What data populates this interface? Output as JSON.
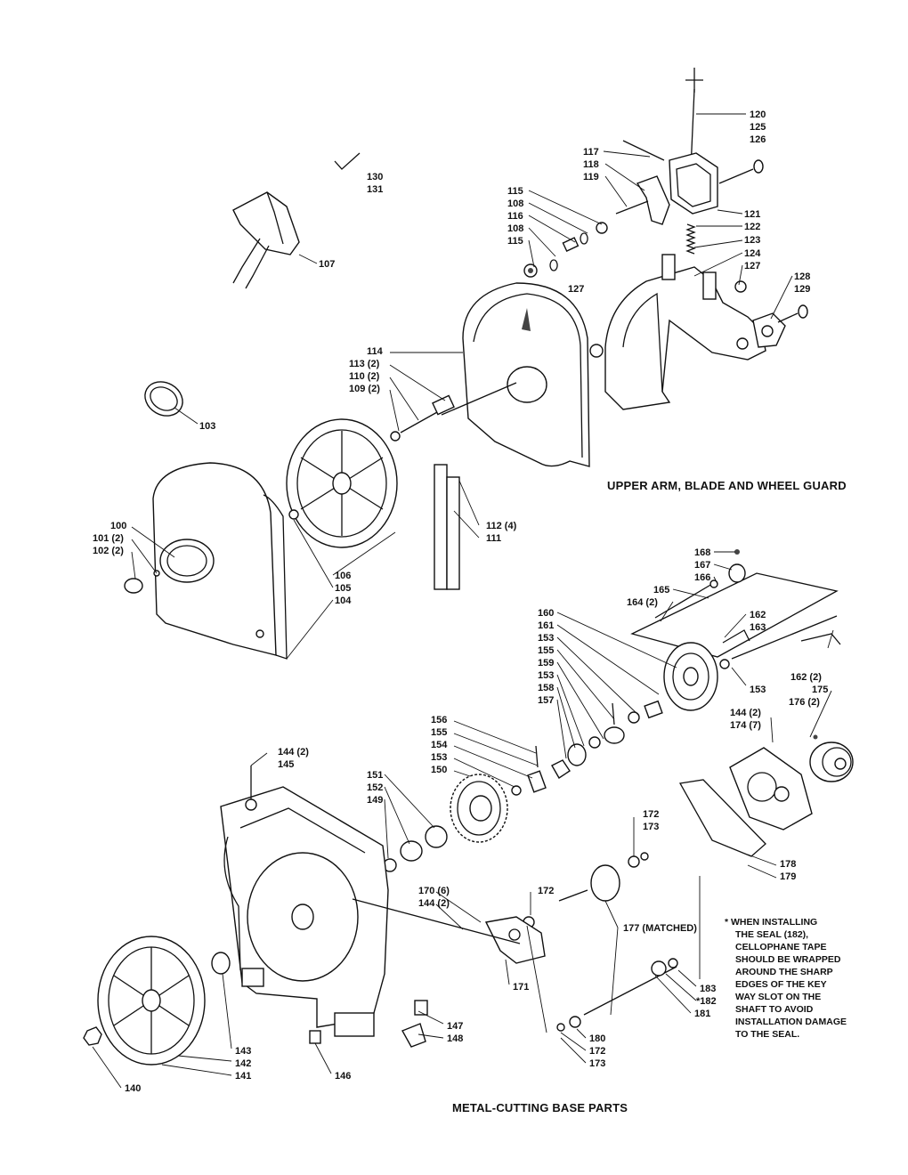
{
  "captions": {
    "upper": "UPPER ARM, BLADE AND WHEEL GUARD",
    "base": "METAL-CUTTING BASE PARTS"
  },
  "note": {
    "lines": [
      "*  WHEN INSTALLING",
      "THE SEAL (182),",
      "CELLOPHANE TAPE",
      "SHOULD BE WRAPPED",
      "AROUND THE SHARP",
      "EDGES OF THE KEY",
      "WAY SLOT ON THE",
      "SHAFT TO AVOID",
      "INSTALLATION DAMAGE",
      "TO THE SEAL."
    ]
  },
  "parts": [
    {
      "id": "p120",
      "text": "120"
    },
    {
      "id": "p125",
      "text": "125"
    },
    {
      "id": "p126",
      "text": "126"
    },
    {
      "id": "p117",
      "text": "117"
    },
    {
      "id": "p118",
      "text": "118"
    },
    {
      "id": "p119",
      "text": "119"
    },
    {
      "id": "p130",
      "text": "130"
    },
    {
      "id": "p131",
      "text": "131"
    },
    {
      "id": "p115a",
      "text": "115"
    },
    {
      "id": "p108a",
      "text": "108"
    },
    {
      "id": "p116",
      "text": "116"
    },
    {
      "id": "p108b",
      "text": "108"
    },
    {
      "id": "p115b",
      "text": "115"
    },
    {
      "id": "p121",
      "text": "121"
    },
    {
      "id": "p122",
      "text": "122"
    },
    {
      "id": "p123",
      "text": "123"
    },
    {
      "id": "p124",
      "text": "124"
    },
    {
      "id": "p127a",
      "text": "127"
    },
    {
      "id": "p128",
      "text": "128"
    },
    {
      "id": "p129",
      "text": "129"
    },
    {
      "id": "p127b",
      "text": "127"
    },
    {
      "id": "p107",
      "text": "107"
    },
    {
      "id": "p114",
      "text": "114"
    },
    {
      "id": "p113",
      "text": "113 (2)"
    },
    {
      "id": "p110",
      "text": "110 (2)"
    },
    {
      "id": "p109",
      "text": "109 (2)"
    },
    {
      "id": "p103",
      "text": "103"
    },
    {
      "id": "p100",
      "text": "100"
    },
    {
      "id": "p101",
      "text": "101 (2)"
    },
    {
      "id": "p102",
      "text": "102 (2)"
    },
    {
      "id": "p112",
      "text": "112 (4)"
    },
    {
      "id": "p111",
      "text": "111"
    },
    {
      "id": "p106",
      "text": "106"
    },
    {
      "id": "p105",
      "text": "105"
    },
    {
      "id": "p104",
      "text": "104"
    },
    {
      "id": "p168",
      "text": "168"
    },
    {
      "id": "p167",
      "text": "167"
    },
    {
      "id": "p166",
      "text": "166"
    },
    {
      "id": "p165",
      "text": "165"
    },
    {
      "id": "p164",
      "text": "164 (2)"
    },
    {
      "id": "p162a",
      "text": "162"
    },
    {
      "id": "p163",
      "text": "163"
    },
    {
      "id": "p160",
      "text": "160"
    },
    {
      "id": "p161",
      "text": "161"
    },
    {
      "id": "p153a",
      "text": "153"
    },
    {
      "id": "p155a",
      "text": "155"
    },
    {
      "id": "p159",
      "text": "159"
    },
    {
      "id": "p153b",
      "text": "153"
    },
    {
      "id": "p158",
      "text": "158"
    },
    {
      "id": "p157",
      "text": "157"
    },
    {
      "id": "p153c",
      "text": "153"
    },
    {
      "id": "p162b",
      "text": "162 (2)"
    },
    {
      "id": "p175",
      "text": "175"
    },
    {
      "id": "p176",
      "text": "176 (2)"
    },
    {
      "id": "p144a",
      "text": "144 (2)"
    },
    {
      "id": "p174",
      "text": "174 (7)"
    },
    {
      "id": "p156",
      "text": "156"
    },
    {
      "id": "p155b",
      "text": "155"
    },
    {
      "id": "p154",
      "text": "154"
    },
    {
      "id": "p153d",
      "text": "153"
    },
    {
      "id": "p150",
      "text": "150"
    },
    {
      "id": "p144b",
      "text": "144 (2)"
    },
    {
      "id": "p145",
      "text": "145"
    },
    {
      "id": "p151",
      "text": "151"
    },
    {
      "id": "p152",
      "text": "152"
    },
    {
      "id": "p149",
      "text": "149"
    },
    {
      "id": "p172a",
      "text": "172"
    },
    {
      "id": "p173a",
      "text": "173"
    },
    {
      "id": "p178",
      "text": "178"
    },
    {
      "id": "p179",
      "text": "179"
    },
    {
      "id": "p170",
      "text": "170 (6)"
    },
    {
      "id": "p144c",
      "text": "144 (2)"
    },
    {
      "id": "p172b",
      "text": "172"
    },
    {
      "id": "p177",
      "text": "177 (MATCHED)"
    },
    {
      "id": "p171",
      "text": "171"
    },
    {
      "id": "p183",
      "text": "183"
    },
    {
      "id": "p182",
      "text": "*182"
    },
    {
      "id": "p181",
      "text": "181"
    },
    {
      "id": "p147",
      "text": "147"
    },
    {
      "id": "p148",
      "text": "148"
    },
    {
      "id": "p180",
      "text": "180"
    },
    {
      "id": "p172c",
      "text": "172"
    },
    {
      "id": "p173b",
      "text": "173"
    },
    {
      "id": "p143",
      "text": "143"
    },
    {
      "id": "p142",
      "text": "142"
    },
    {
      "id": "p141",
      "text": "141"
    },
    {
      "id": "p140",
      "text": "140"
    },
    {
      "id": "p146",
      "text": "146"
    }
  ]
}
